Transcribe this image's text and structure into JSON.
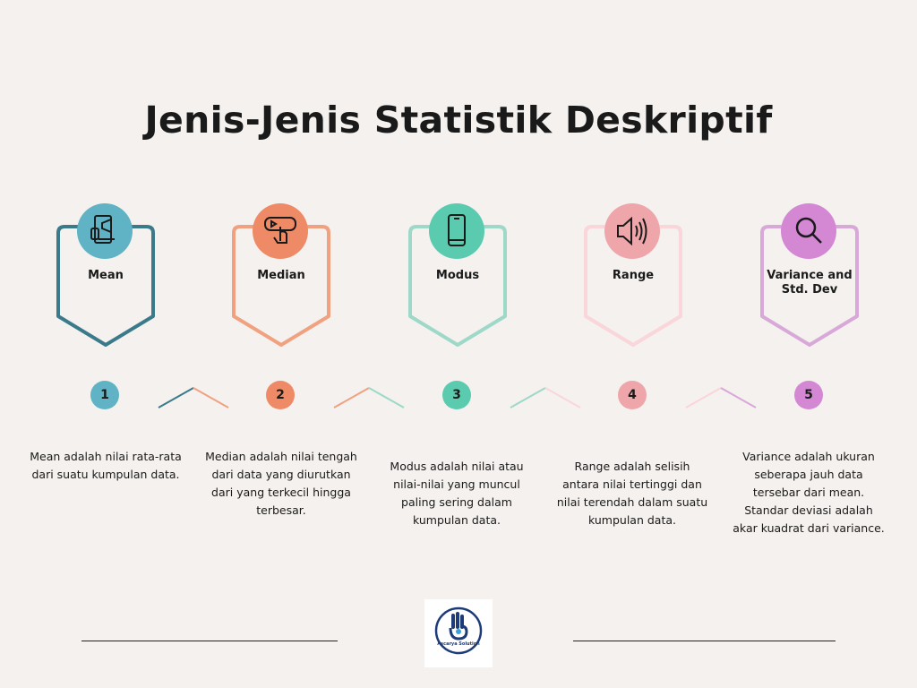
{
  "title": "Jenis-Jenis Statistik Deskriptif",
  "steps": [
    {
      "number": "1",
      "label": "Mean",
      "icon": "tablet-megaphone-icon",
      "color": "#3a7a8a",
      "light": "#5fb3c4",
      "description": "Mean adalah nilai rata-rata dari suatu kumpulan data."
    },
    {
      "number": "2",
      "label": "Median",
      "icon": "touch-screen-icon",
      "color": "#f0a180",
      "light": "#ef8a66",
      "description": "Median adalah nilai tengah dari data yang diurutkan dari yang terkecil hingga terbesar."
    },
    {
      "number": "3",
      "label": "Modus",
      "icon": "smartphone-icon",
      "color": "#9dd8c8",
      "light": "#5bcbb0",
      "description": "Modus adalah nilai atau nilai-nilai yang muncul paling sering dalam kumpulan data."
    },
    {
      "number": "4",
      "label": "Range",
      "icon": "speaker-icon",
      "color": "#fad5da",
      "light": "#eea6aa",
      "description": "Range adalah selisih antara nilai tertinggi dan nilai terendah dalam suatu kumpulan data."
    },
    {
      "number": "5",
      "label": "Variance and Std. Dev",
      "icon": "magnifier-icon",
      "color": "#d8a8d8",
      "light": "#d488d4",
      "description": "Variance adalah ukuran seberapa jauh data tersebar dari mean. Standar deviasi adalah akar kuadrat dari variance."
    }
  ],
  "logo": {
    "text": "Ascarya Solution",
    "color": "#1d3b78"
  }
}
